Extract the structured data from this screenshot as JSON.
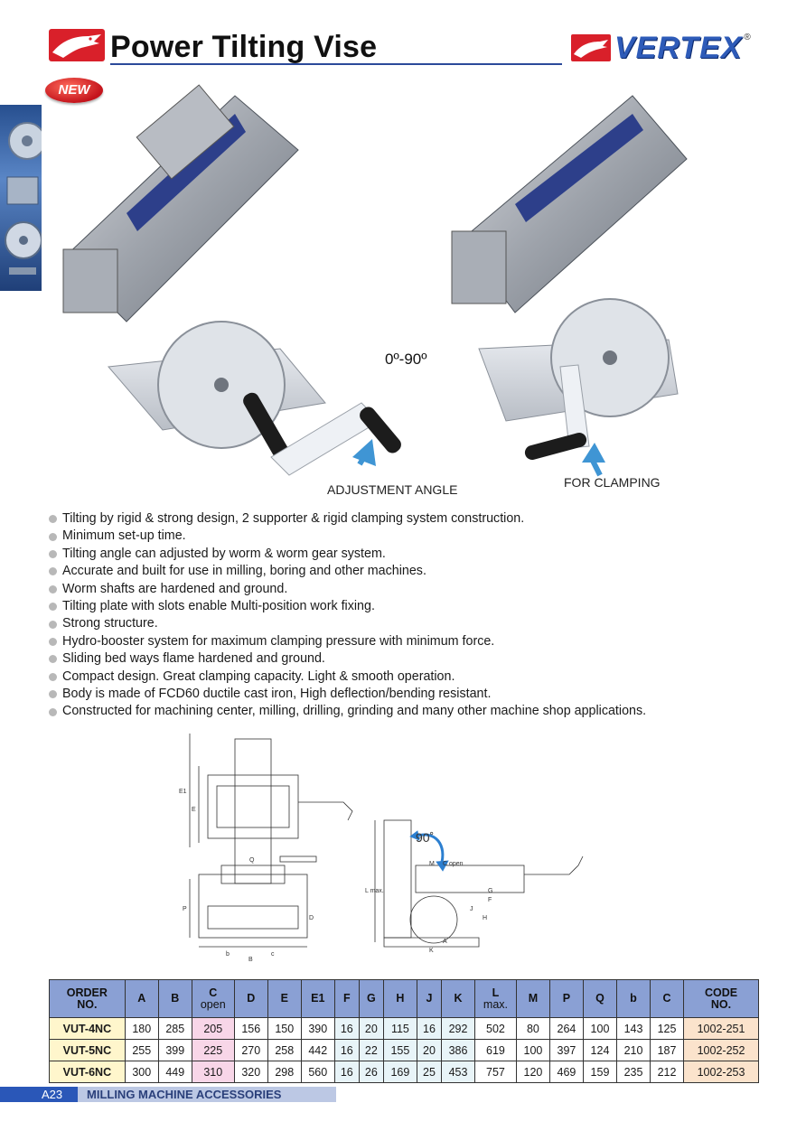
{
  "header": {
    "title": "Power Tilting Vise",
    "brand": "VERTEX",
    "brand_mark": "®",
    "badge": "NEW"
  },
  "photos": {
    "angle": "0º-90º",
    "left_caption": "ADJUSTMENT ANGLE",
    "right_caption": "FOR CLAMPING"
  },
  "features": [
    "Tilting by rigid & strong design, 2 supporter & rigid clamping system construction.",
    "Minimum set-up time.",
    "Tilting angle can adjusted by worm & worm gear system.",
    "Accurate and built for use in milling, boring and other machines.",
    "Worm shafts are hardened and ground.",
    "Tilting plate with slots enable Multi-position work fixing.",
    "Strong structure.",
    "Hydro-booster system for maximum clamping pressure with minimum force.",
    "Sliding bed ways flame hardened and ground.",
    "Compact design. Great clamping capacity. Light & smooth operation.",
    "Body is made of FCD60 ductile cast iron, High deflection/bending resistant.",
    "Constructed for machining center, milling, drilling, grinding and many other machine shop applications."
  ],
  "drawing": {
    "angle": "90˚",
    "labels": [
      "E1",
      "E",
      "Q",
      "P",
      "D",
      "b",
      "c",
      "B",
      "L max.",
      "M",
      "C open",
      "H",
      "A",
      "K",
      "J",
      "G",
      "F"
    ]
  },
  "table": {
    "headers": [
      "ORDER NO.",
      "A",
      "B",
      "C open",
      "D",
      "E",
      "E1",
      "F",
      "G",
      "H",
      "J",
      "K",
      "L max.",
      "M",
      "P",
      "Q",
      "b",
      "C",
      "CODE NO."
    ],
    "header_lines": [
      [
        "ORDER",
        "NO."
      ],
      [
        "A"
      ],
      [
        "B"
      ],
      [
        "C",
        "open"
      ],
      [
        "D"
      ],
      [
        "E"
      ],
      [
        "E1"
      ],
      [
        "F"
      ],
      [
        "G"
      ],
      [
        "H"
      ],
      [
        "J"
      ],
      [
        "K"
      ],
      [
        "L",
        "max."
      ],
      [
        "M"
      ],
      [
        "P"
      ],
      [
        "Q"
      ],
      [
        "b"
      ],
      [
        "C"
      ],
      [
        "CODE",
        "NO."
      ]
    ],
    "rows": [
      [
        "VUT-4NC",
        "180",
        "285",
        "205",
        "156",
        "150",
        "390",
        "16",
        "20",
        "115",
        "16",
        "292",
        "502",
        "80",
        "264",
        "100",
        "143",
        "125",
        "1002-251"
      ],
      [
        "VUT-5NC",
        "255",
        "399",
        "225",
        "270",
        "258",
        "442",
        "16",
        "22",
        "155",
        "20",
        "386",
        "619",
        "100",
        "397",
        "124",
        "210",
        "187",
        "1002-252"
      ],
      [
        "VUT-6NC",
        "300",
        "449",
        "310",
        "320",
        "298",
        "560",
        "16",
        "26",
        "169",
        "25",
        "453",
        "757",
        "120",
        "469",
        "159",
        "235",
        "212",
        "1002-253"
      ]
    ]
  },
  "footer": {
    "page": "A23",
    "section": "MILLING MACHINE ACCESSORIES"
  }
}
